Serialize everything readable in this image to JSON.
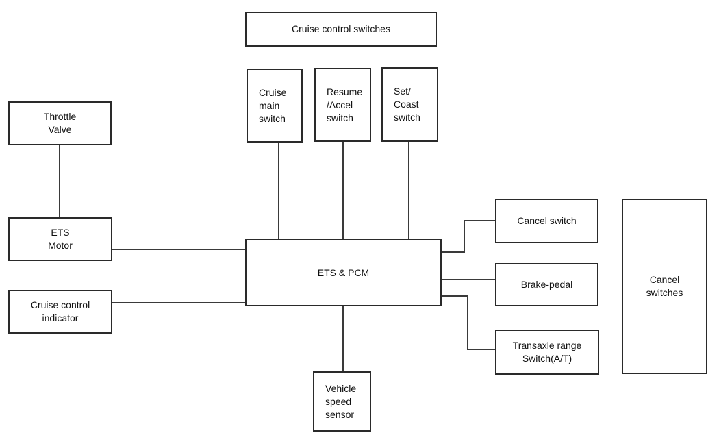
{
  "diagram": {
    "title": "Cruise control switches",
    "nodes": {
      "cruise_main_switch": "Cruise\nmain\nswitch",
      "resume_accel_switch": "Resume\n/Accel\nswitch",
      "set_coast_switch": "Set/\nCoast\nswitch",
      "throttle_valve": "Throttle\nValve",
      "ets_motor": "ETS\nMotor",
      "cruise_control_indicator": "Cruise control\nindicator",
      "ets_pcm": "ETS & PCM",
      "cancel_switch": "Cancel switch",
      "brake_pedal": "Brake-pedal",
      "transaxle_range_switch": "Transaxle range\nSwitch(A/T)",
      "cancel_switches": "Cancel\nswitches",
      "vehicle_speed_sensor": "Vehicle\nspeed\nsensor"
    }
  }
}
